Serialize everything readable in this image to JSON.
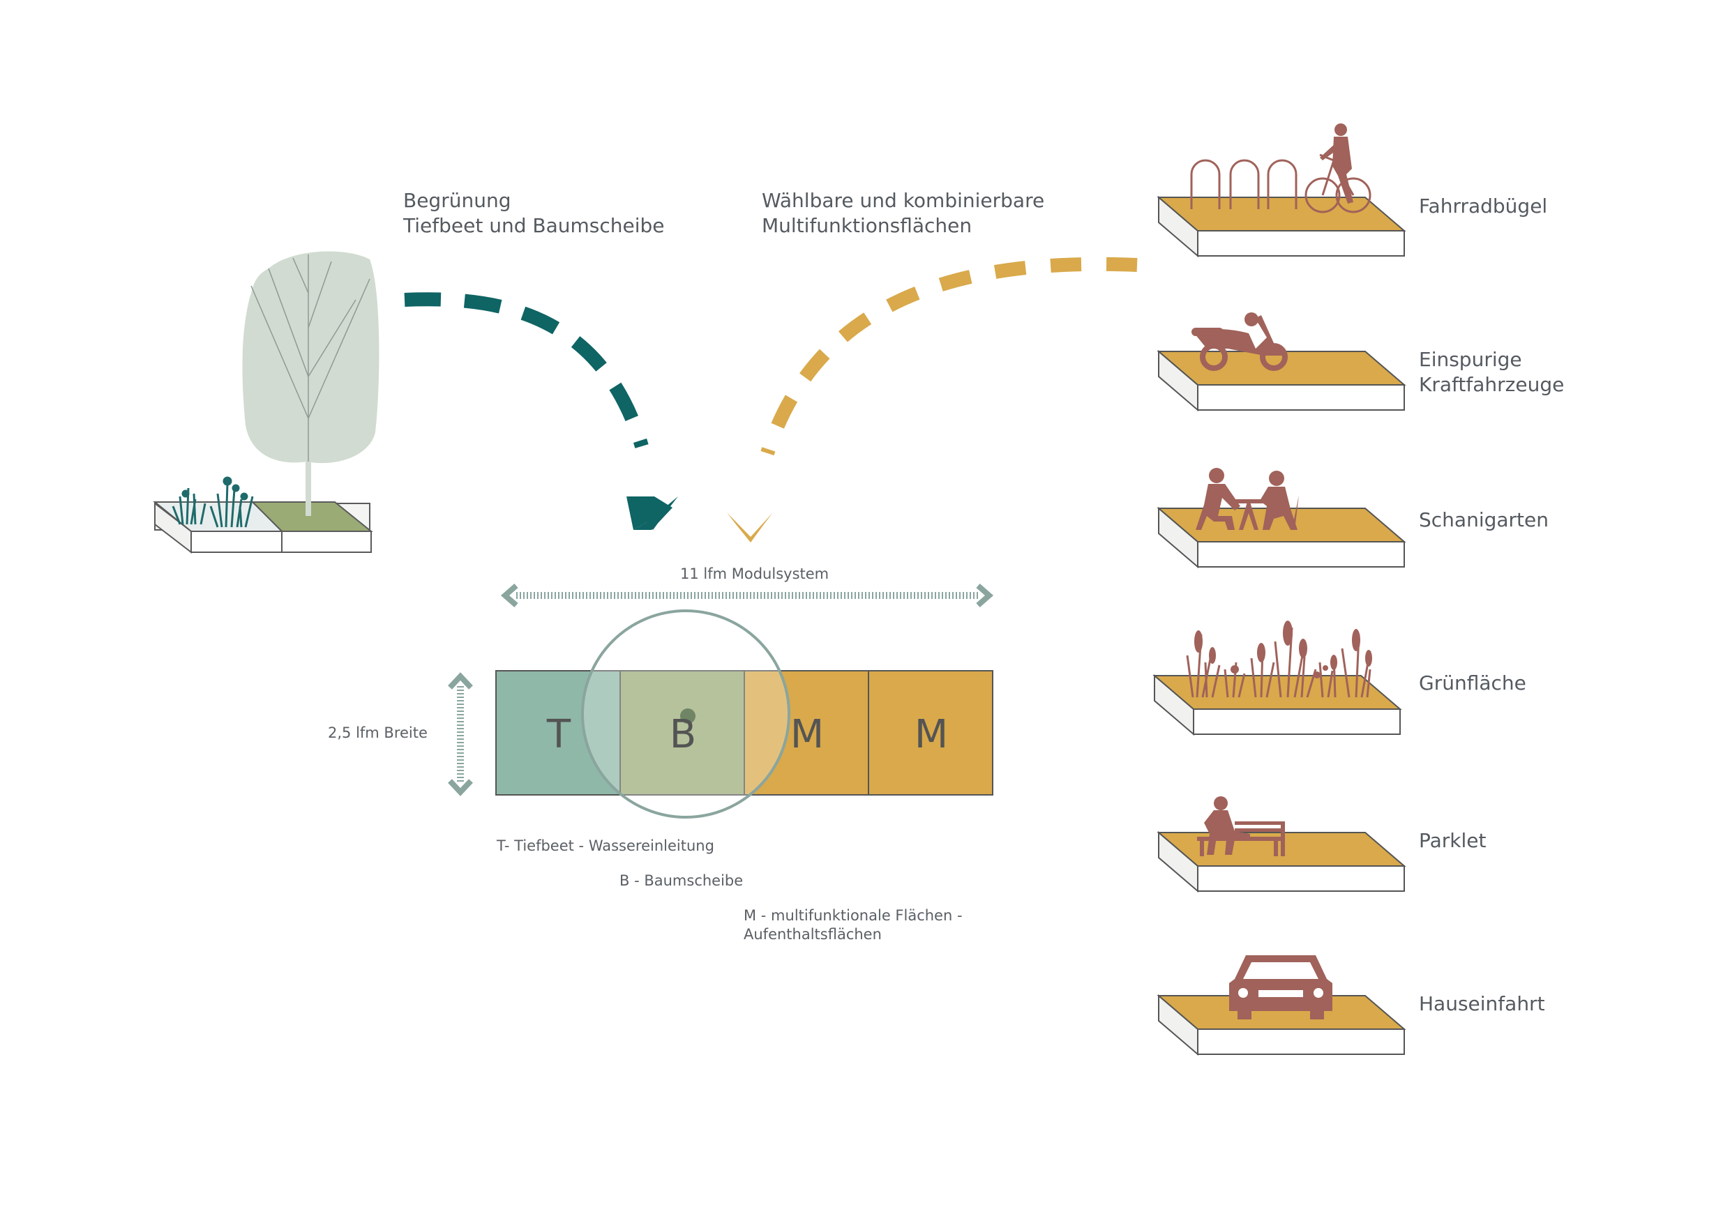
{
  "headings": {
    "greening": [
      "Begrünung",
      "Tiefbeet und Baumscheibe"
    ],
    "multifunction": [
      "Wählbare und kombinierbare",
      "Multifunktionsflächen"
    ]
  },
  "dimensions": {
    "length": "11 lfm Modulsystem",
    "width": "2,5 lfm Breite"
  },
  "modules": [
    {
      "letter": "T",
      "color": "#8fb8a8"
    },
    {
      "letter": "B",
      "color": "#9aab76"
    },
    {
      "letter": "M",
      "color": "#d9a94b"
    },
    {
      "letter": "M",
      "color": "#d9a94b"
    }
  ],
  "legend": [
    "T- Tiefbeet - Wassereinleitung",
    "B - Baumscheibe",
    [
      "M - multifunktionale Flächen -",
      "Aufenthaltsflächen"
    ]
  ],
  "options": [
    {
      "label": [
        "Fahrradbügel"
      ],
      "icon": "bicycle-rack-icon"
    },
    {
      "label": [
        "Einspurige",
        "Kraftfahrzeuge"
      ],
      "icon": "scooter-icon"
    },
    {
      "label": [
        "Schanigarten"
      ],
      "icon": "cafe-seating-icon"
    },
    {
      "label": [
        "Grünfläche"
      ],
      "icon": "grass-plants-icon"
    },
    {
      "label": [
        "Parklet"
      ],
      "icon": "bench-person-icon"
    },
    {
      "label": [
        "Hauseinfahrt"
      ],
      "icon": "car-icon"
    }
  ],
  "colors": {
    "teal_arrow": "#0f6464",
    "ochre": "#d9a94b",
    "rust_icon": "#a0625a",
    "tree": "#d1dbd1",
    "grass": "#9aab76",
    "dim_arrow": "#8aa59e"
  }
}
